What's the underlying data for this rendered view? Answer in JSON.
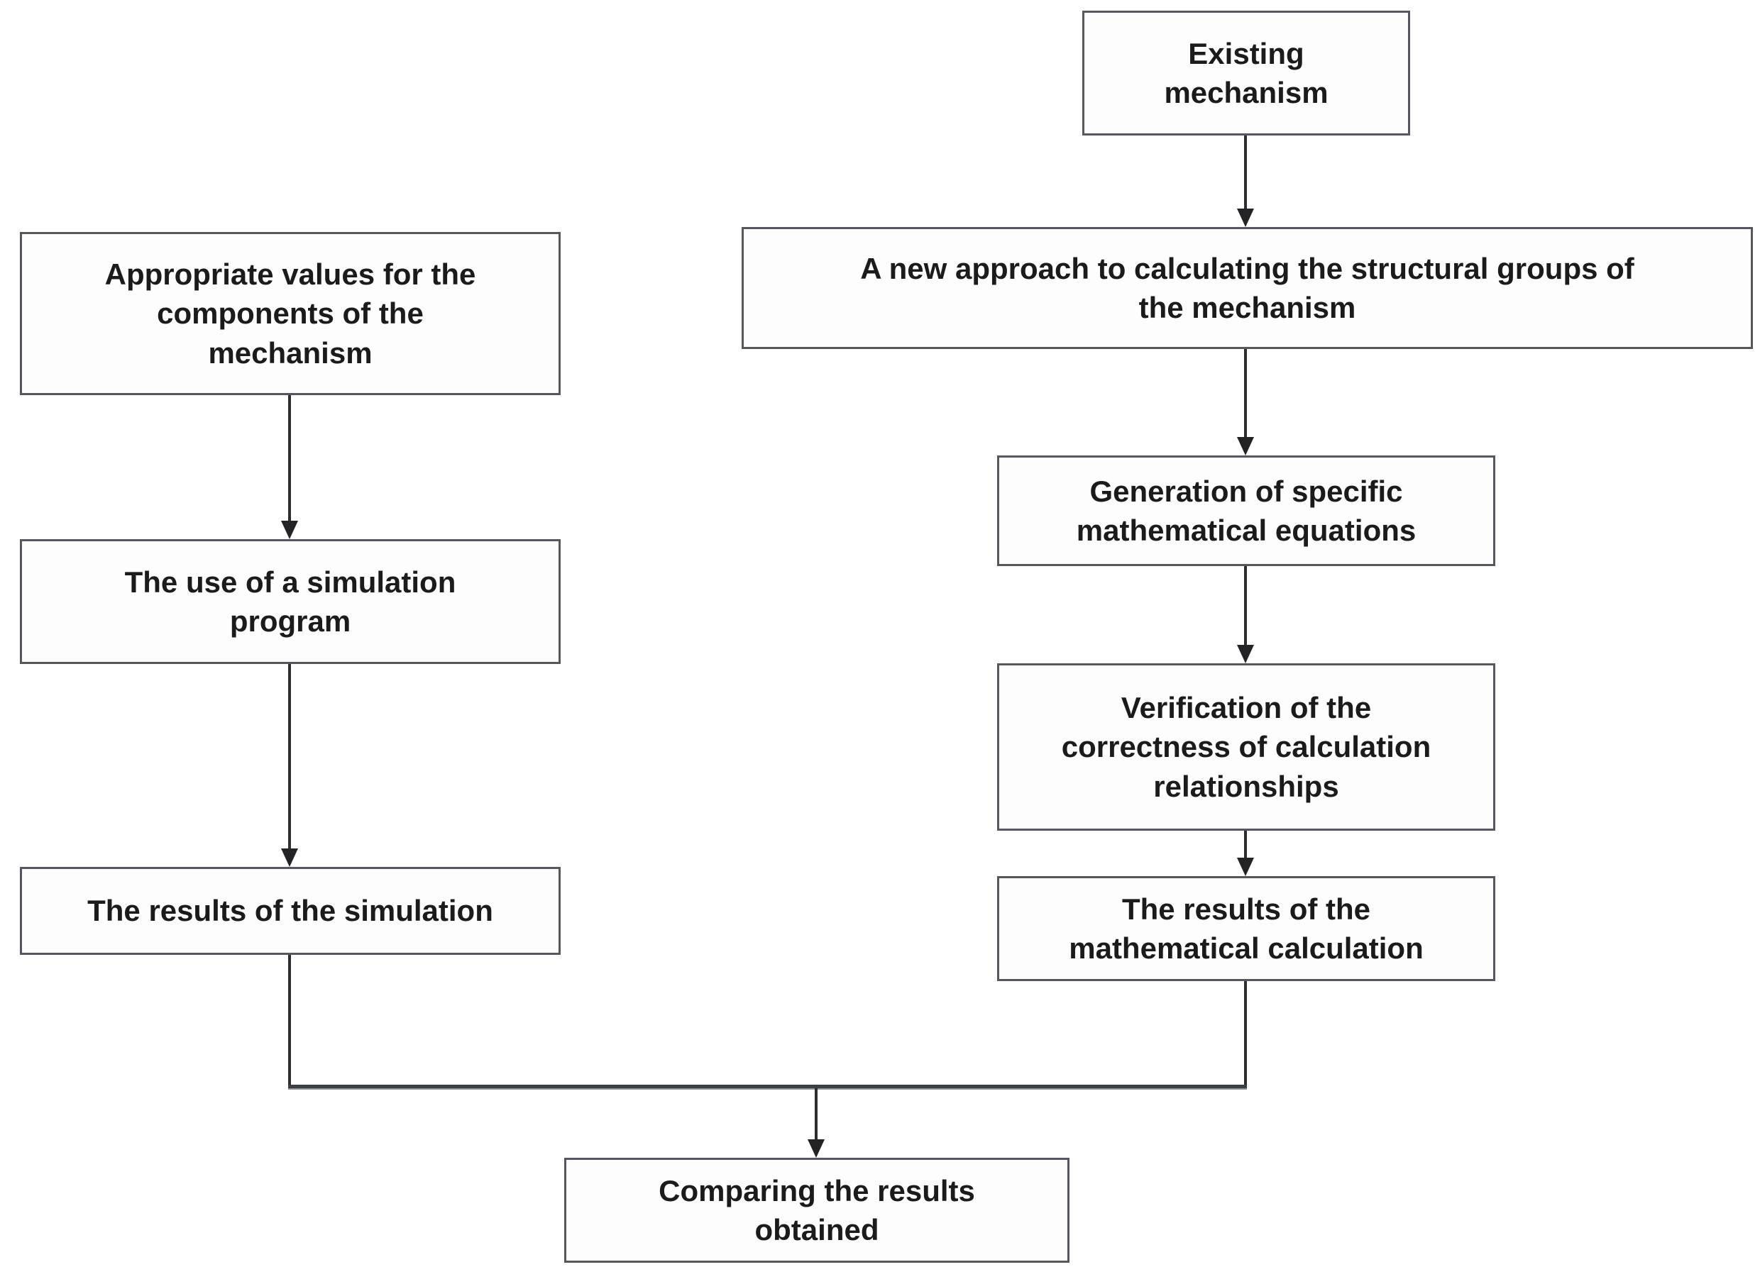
{
  "diagram_type": "flowchart",
  "colors": {
    "background": "#ffffff",
    "box_fill": "#fdfdfe",
    "box_border": "#55575e",
    "connector_line": "#2d2d30",
    "text": "#1b1b1b"
  },
  "nodes": {
    "existing_mechanism": {
      "label": "Existing\nmechanism"
    },
    "new_approach": {
      "label": "A new approach to calculating the structural groups of\nthe mechanism"
    },
    "generation": {
      "label": "Generation of specific\nmathematical equations"
    },
    "verification": {
      "label": "Verification of the\ncorrectness of calculation\nrelationships"
    },
    "math_results": {
      "label": "The results of the\nmathematical calculation"
    },
    "appropriate_values": {
      "label": "Appropriate values for the\ncomponents of the\nmechanism"
    },
    "simulation_program": {
      "label": "The use of a simulation\nprogram"
    },
    "simulation_results": {
      "label": "The results of the simulation"
    },
    "comparing_results": {
      "label": "Comparing the results\nobtained"
    }
  },
  "edges": [
    {
      "from": "existing_mechanism",
      "to": "new_approach",
      "arrow": true
    },
    {
      "from": "new_approach",
      "to": "generation",
      "arrow": true
    },
    {
      "from": "generation",
      "to": "verification",
      "arrow": true
    },
    {
      "from": "verification",
      "to": "math_results",
      "arrow": true
    },
    {
      "from": "appropriate_values",
      "to": "simulation_program",
      "arrow": true
    },
    {
      "from": "simulation_program",
      "to": "simulation_results",
      "arrow": true
    },
    {
      "from": "simulation_results",
      "to": "comparing_results",
      "arrow": true,
      "via": "merge-junction"
    },
    {
      "from": "math_results",
      "to": "comparing_results",
      "arrow": true,
      "via": "merge-junction"
    }
  ]
}
